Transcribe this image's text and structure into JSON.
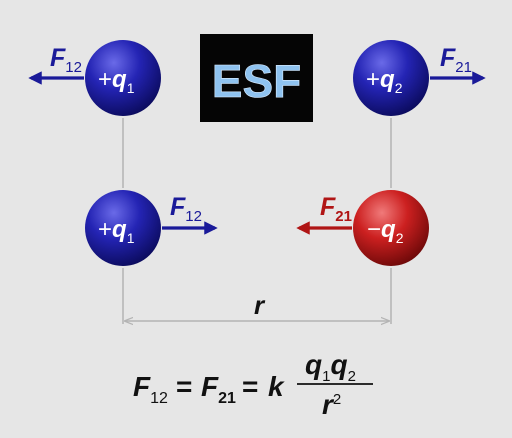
{
  "logo": {
    "text": "ESF",
    "background": "#050505",
    "color": "#8fc3f0"
  },
  "colors": {
    "background": "#e6e6e6",
    "positive_charge": "#1f1fa8",
    "negative_charge": "#c41c1c",
    "force_blue": "#1a1a99",
    "force_red": "#b01515",
    "guide_line": "#b4b4b4"
  },
  "top_row": {
    "left_charge": {
      "sign": "+",
      "symbol": "q",
      "subscript": "1"
    },
    "right_charge": {
      "sign": "+",
      "symbol": "q",
      "subscript": "2"
    },
    "left_force": {
      "symbol": "F",
      "subscript": "12",
      "direction": "left"
    },
    "right_force": {
      "symbol": "F",
      "subscript": "21",
      "direction": "right"
    }
  },
  "bottom_row": {
    "left_charge": {
      "sign": "+",
      "symbol": "q",
      "subscript": "1"
    },
    "right_charge": {
      "sign": "−",
      "symbol": "q",
      "subscript": "2"
    },
    "left_force": {
      "symbol": "F",
      "subscript": "12",
      "direction": "right"
    },
    "right_force": {
      "symbol": "F",
      "subscript": "21",
      "direction": "left"
    }
  },
  "distance": {
    "label": "r"
  },
  "formula": {
    "f12": {
      "symbol": "F",
      "subscript": "12"
    },
    "equals": "=",
    "f21": {
      "symbol": "F",
      "subscript": "21"
    },
    "k": "k",
    "numerator": {
      "q1": "q",
      "q1_sub": "1",
      "q2": "q",
      "q2_sub": "2"
    },
    "denominator": {
      "r": "r",
      "power": "2"
    }
  }
}
